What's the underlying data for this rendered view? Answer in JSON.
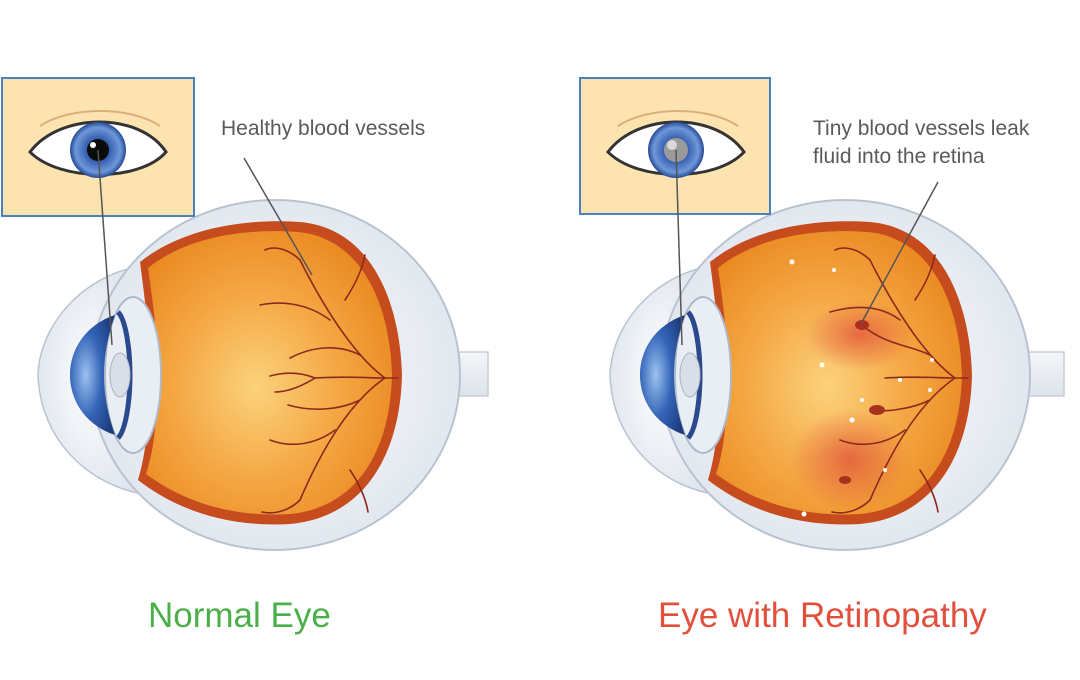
{
  "normal_panel": {
    "annotation": "Healthy blood vessels",
    "caption": "Normal Eye",
    "caption_color": "#4cb04a"
  },
  "retinopathy_panel": {
    "annotation_line1": "Tiny blood vessels leak",
    "annotation_line2": "fluid into the retina",
    "caption": "Eye with Retinopathy",
    "caption_color": "#e2503d"
  },
  "colors": {
    "retina": "#f39a2e",
    "retina_center": "#f8c46a",
    "vessels": "#8b2a1e",
    "iris": "#2f58a8",
    "sclera": "#eef1f6",
    "inset_bg": "#fde3b0",
    "inset_border": "#4a7fc1"
  }
}
